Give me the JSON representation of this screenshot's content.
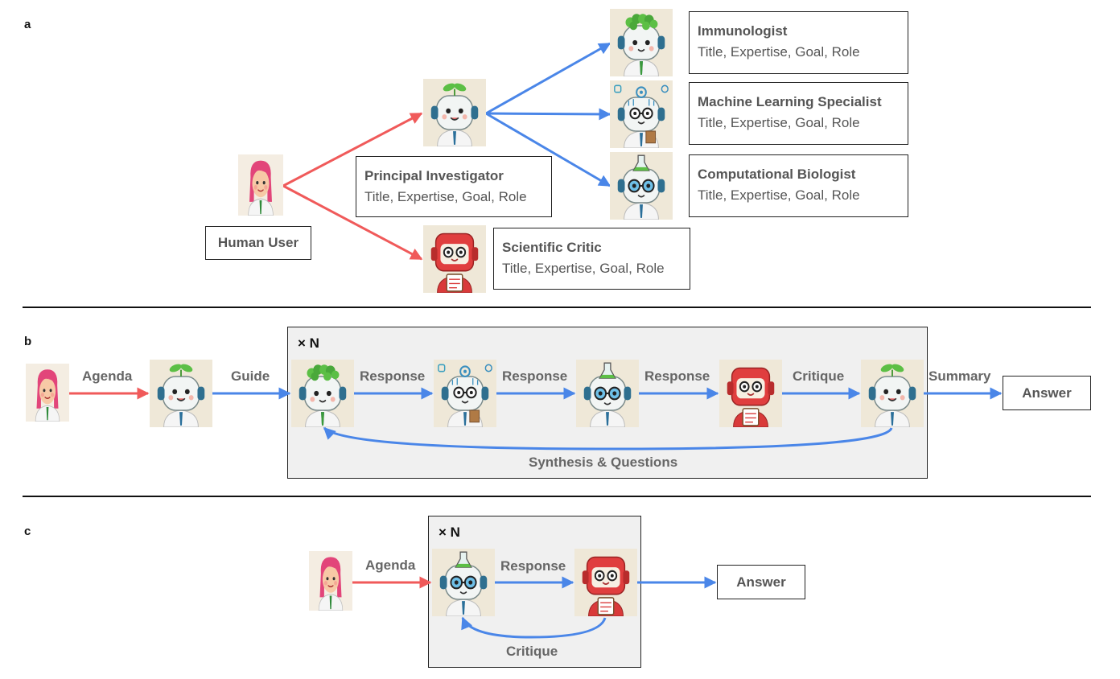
{
  "panels": {
    "a": "a",
    "b": "b",
    "c": "c"
  },
  "panel_a": {
    "human_user": "Human User",
    "pi": {
      "title": "Principal Investigator",
      "fields": "Title, Expertise, Goal, Role"
    },
    "critic": {
      "title": "Scientific Critic",
      "fields": "Title, Expertise, Goal, Role"
    },
    "immunologist": {
      "title": "Immunologist",
      "fields": "Title, Expertise, Goal, Role"
    },
    "ml": {
      "title": "Machine Learning Specialist",
      "fields": "Title, Expertise, Goal, Role"
    },
    "bio": {
      "title": "Computational Biologist",
      "fields": "Title, Expertise, Goal, Role"
    }
  },
  "panel_b": {
    "loop": "× N",
    "agenda": "Agenda",
    "guide": "Guide",
    "response1": "Response",
    "response2": "Response",
    "response3": "Response",
    "critique": "Critique",
    "summary": "Summary",
    "answer": "Answer",
    "synthesis": "Synthesis & Questions"
  },
  "panel_c": {
    "loop": "× N",
    "agenda": "Agenda",
    "response": "Response",
    "critique": "Critique",
    "answer": "Answer"
  },
  "colors": {
    "red_arrow": "#f05a5a",
    "blue_arrow": "#4a86e8",
    "loop_bg": "#f0f0f0",
    "avatar_bg": "#efe8d8"
  }
}
